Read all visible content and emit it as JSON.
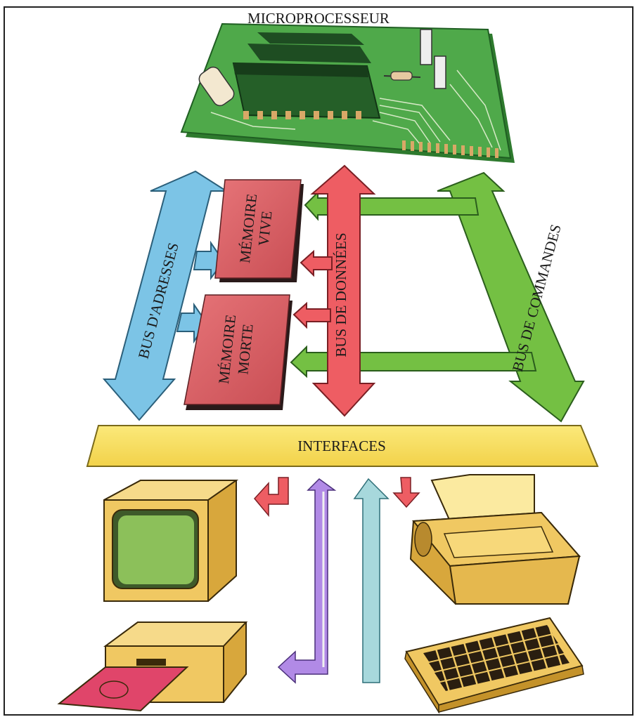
{
  "title": "MICROPROCESSEUR",
  "memories": {
    "ram": {
      "line1": "MÉMOIRE",
      "line2": "VIVE"
    },
    "rom": {
      "line1": "MÉMOIRE",
      "line2": "MORTE"
    }
  },
  "buses": {
    "address": "BUS D'ADRESSES",
    "data": "BUS DE DONNÉES",
    "control": "BUS DE COMMANDES"
  },
  "interfaces": "INTERFACES",
  "devices": [
    "monitor",
    "disk-drive",
    "printer",
    "keyboard"
  ],
  "colors": {
    "pcb": "#3f9b3c",
    "address_bus": "#7cc4e6",
    "data_bus": "#ee5d63",
    "control_bus": "#74c043",
    "memory": "#cf5a5e",
    "interfaces": "#f6e05a",
    "device_body": "#f0c862",
    "screen": "#8cc05a",
    "floppy": "#e0456a"
  },
  "icons": [
    "circuit-board-icon",
    "monitor-icon",
    "disk-drive-icon",
    "printer-icon",
    "keyboard-icon"
  ]
}
